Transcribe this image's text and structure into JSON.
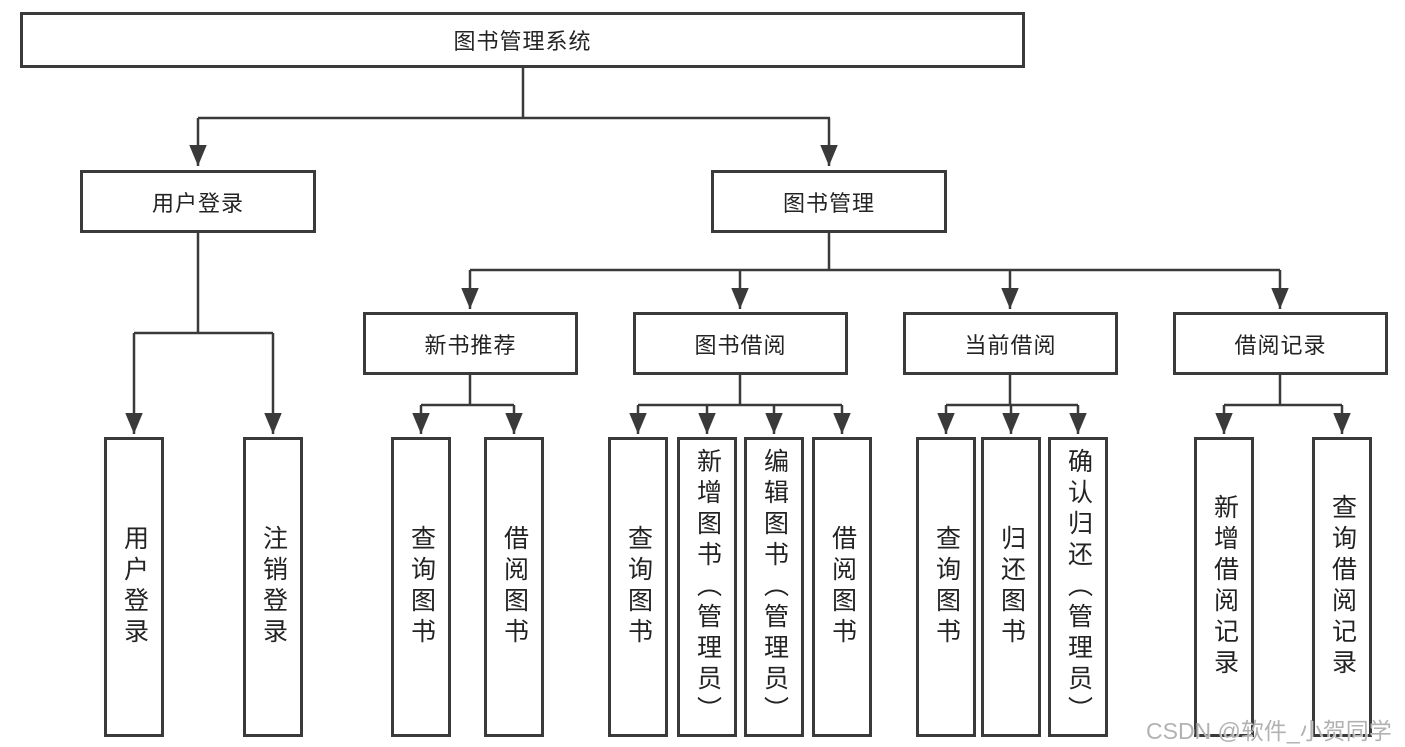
{
  "tree": {
    "root": "图书管理系统",
    "login": {
      "label": "用户登录",
      "children": [
        "用户登录",
        "注销登录"
      ]
    },
    "mgmt": {
      "label": "图书管理",
      "groups": [
        {
          "label": "新书推荐",
          "children": [
            "查询图书",
            "借阅图书"
          ]
        },
        {
          "label": "图书借阅",
          "children": [
            "查询图书",
            "新增图书（管理员）",
            "编辑图书（管理员）",
            "借阅图书"
          ]
        },
        {
          "label": "当前借阅",
          "children": [
            "查询图书",
            "归还图书",
            "确认归还（管理员）"
          ]
        },
        {
          "label": "借阅记录",
          "children": [
            "新增借阅记录",
            "查询借阅记录"
          ]
        }
      ]
    }
  },
  "watermark": "CSDN @软件_小贺同学",
  "colors": {
    "line": "#3a3a3a",
    "box_border": "#3a3a3a",
    "text": "#232323",
    "watermark": "#b3b2b2",
    "background": "#ffffff"
  }
}
